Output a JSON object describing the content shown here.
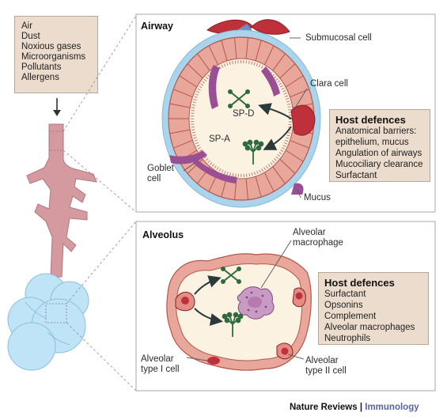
{
  "exposures": [
    "Air",
    "Dust",
    "Noxious gases",
    "Microorganisms",
    "Pollutants",
    "Allergens"
  ],
  "airway": {
    "title": "Airway",
    "labels": {
      "submucosal_cell": "Submucosal cell",
      "clara_cell": "Clara cell",
      "goblet_cell_line1": "Goblet",
      "goblet_cell_line2": "cell",
      "mucus": "Mucus",
      "sp_d": "SP-D",
      "sp_a": "SP-A"
    },
    "host_defences": {
      "title": "Host defences",
      "items": [
        "Anatomical barriers:",
        "epithelium, mucus",
        "Angulation of airways",
        "Mucociliary clearance",
        "Surfactant"
      ]
    }
  },
  "alveolus": {
    "title": "Alveolus",
    "labels": {
      "macrophage_line1": "Alveolar",
      "macrophage_line2": "macrophage",
      "type1_line1": "Alveolar",
      "type1_line2": "type I cell",
      "type2_line1": "Alveolar",
      "type2_line2": "type II cell"
    },
    "host_defences": {
      "title": "Host defences",
      "items": [
        "Surfactant",
        "Opsonins",
        "Complement",
        "Alveolar macrophages",
        "Neutrophils"
      ]
    }
  },
  "credit": {
    "journal": "Nature Reviews",
    "separator": " | ",
    "field": "Immunology"
  },
  "colors": {
    "epithelium": "#e9a69a",
    "epithelium_outline": "#b2584d",
    "mucus_layer": "#a9d4ec",
    "lumen": "#fbf2e2",
    "submucosal": "#c0303a",
    "goblet": "#9a4f93",
    "airway_tree": "#d49aa0",
    "alveolar_sac": "#bfe3f7",
    "surfactant_green": "#2f6b3e",
    "box_fill": "#ecdccd"
  }
}
